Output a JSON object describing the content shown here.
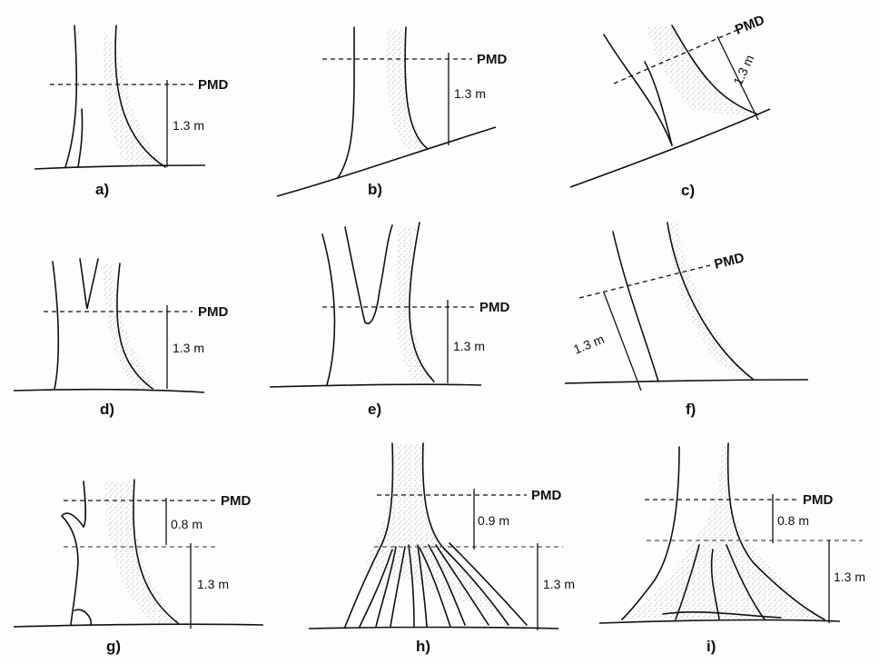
{
  "colors": {
    "ink": "#111111",
    "paper": "#fdfdfd",
    "stipple": "#9a9a9a"
  },
  "panels": [
    {
      "id": "a",
      "label": "a)",
      "pmd": "PMD",
      "height": "1.3 m"
    },
    {
      "id": "b",
      "label": "b)",
      "pmd": "PMD",
      "height": "1.3 m"
    },
    {
      "id": "c",
      "label": "c)",
      "pmd": "PMD",
      "height": "1.3 m"
    },
    {
      "id": "d",
      "label": "d)",
      "pmd": "PMD",
      "height": "1.3 m"
    },
    {
      "id": "e",
      "label": "e)",
      "pmd": "PMD",
      "height": "1.3 m"
    },
    {
      "id": "f",
      "label": "f)",
      "pmd": "PMD",
      "height": "1.3 m"
    },
    {
      "id": "g",
      "label": "g)",
      "pmd": "PMD",
      "height": "1.3 m",
      "offset": "0.8 m"
    },
    {
      "id": "h",
      "label": "h)",
      "pmd": "PMD",
      "height": "1.3 m",
      "offset": "0.9 m"
    },
    {
      "id": "i",
      "label": "i)",
      "pmd": "PMD",
      "height": "1.3 m",
      "offset": "0.8 m"
    }
  ]
}
